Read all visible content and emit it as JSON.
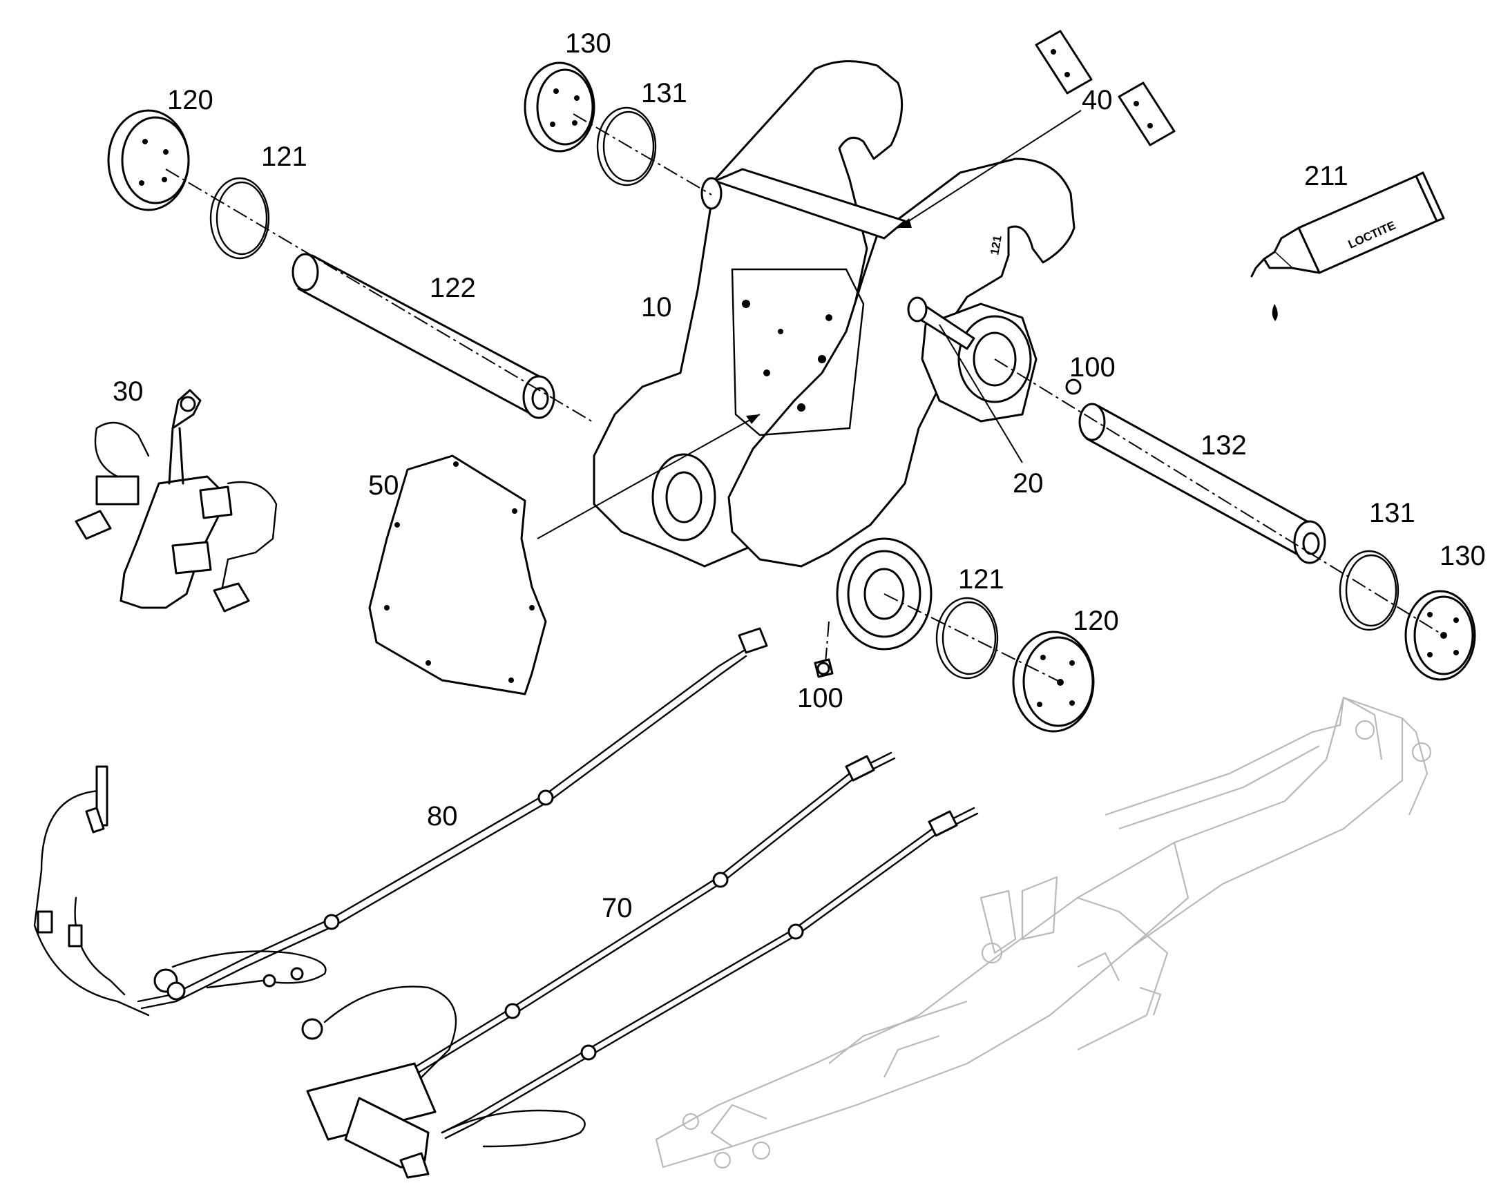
{
  "diagram": {
    "callouts": {
      "c120_top": "120",
      "c121_top": "121",
      "c122": "122",
      "c130_top": "130",
      "c131_top": "131",
      "c40": "40",
      "c211": "211",
      "c10": "10",
      "c30": "30",
      "c50": "50",
      "c100_right": "100",
      "c20": "20",
      "c132": "132",
      "c131_bottom": "131",
      "c130_bottom": "130",
      "c121_bottom": "121",
      "c120_bottom": "120",
      "c100_bottom": "100",
      "c80": "80",
      "c70": "70"
    },
    "tube_label": "LOCTITE",
    "plate_marking": "121"
  },
  "colors": {
    "line": "#000000",
    "background_machine": "#b9b9b9"
  }
}
